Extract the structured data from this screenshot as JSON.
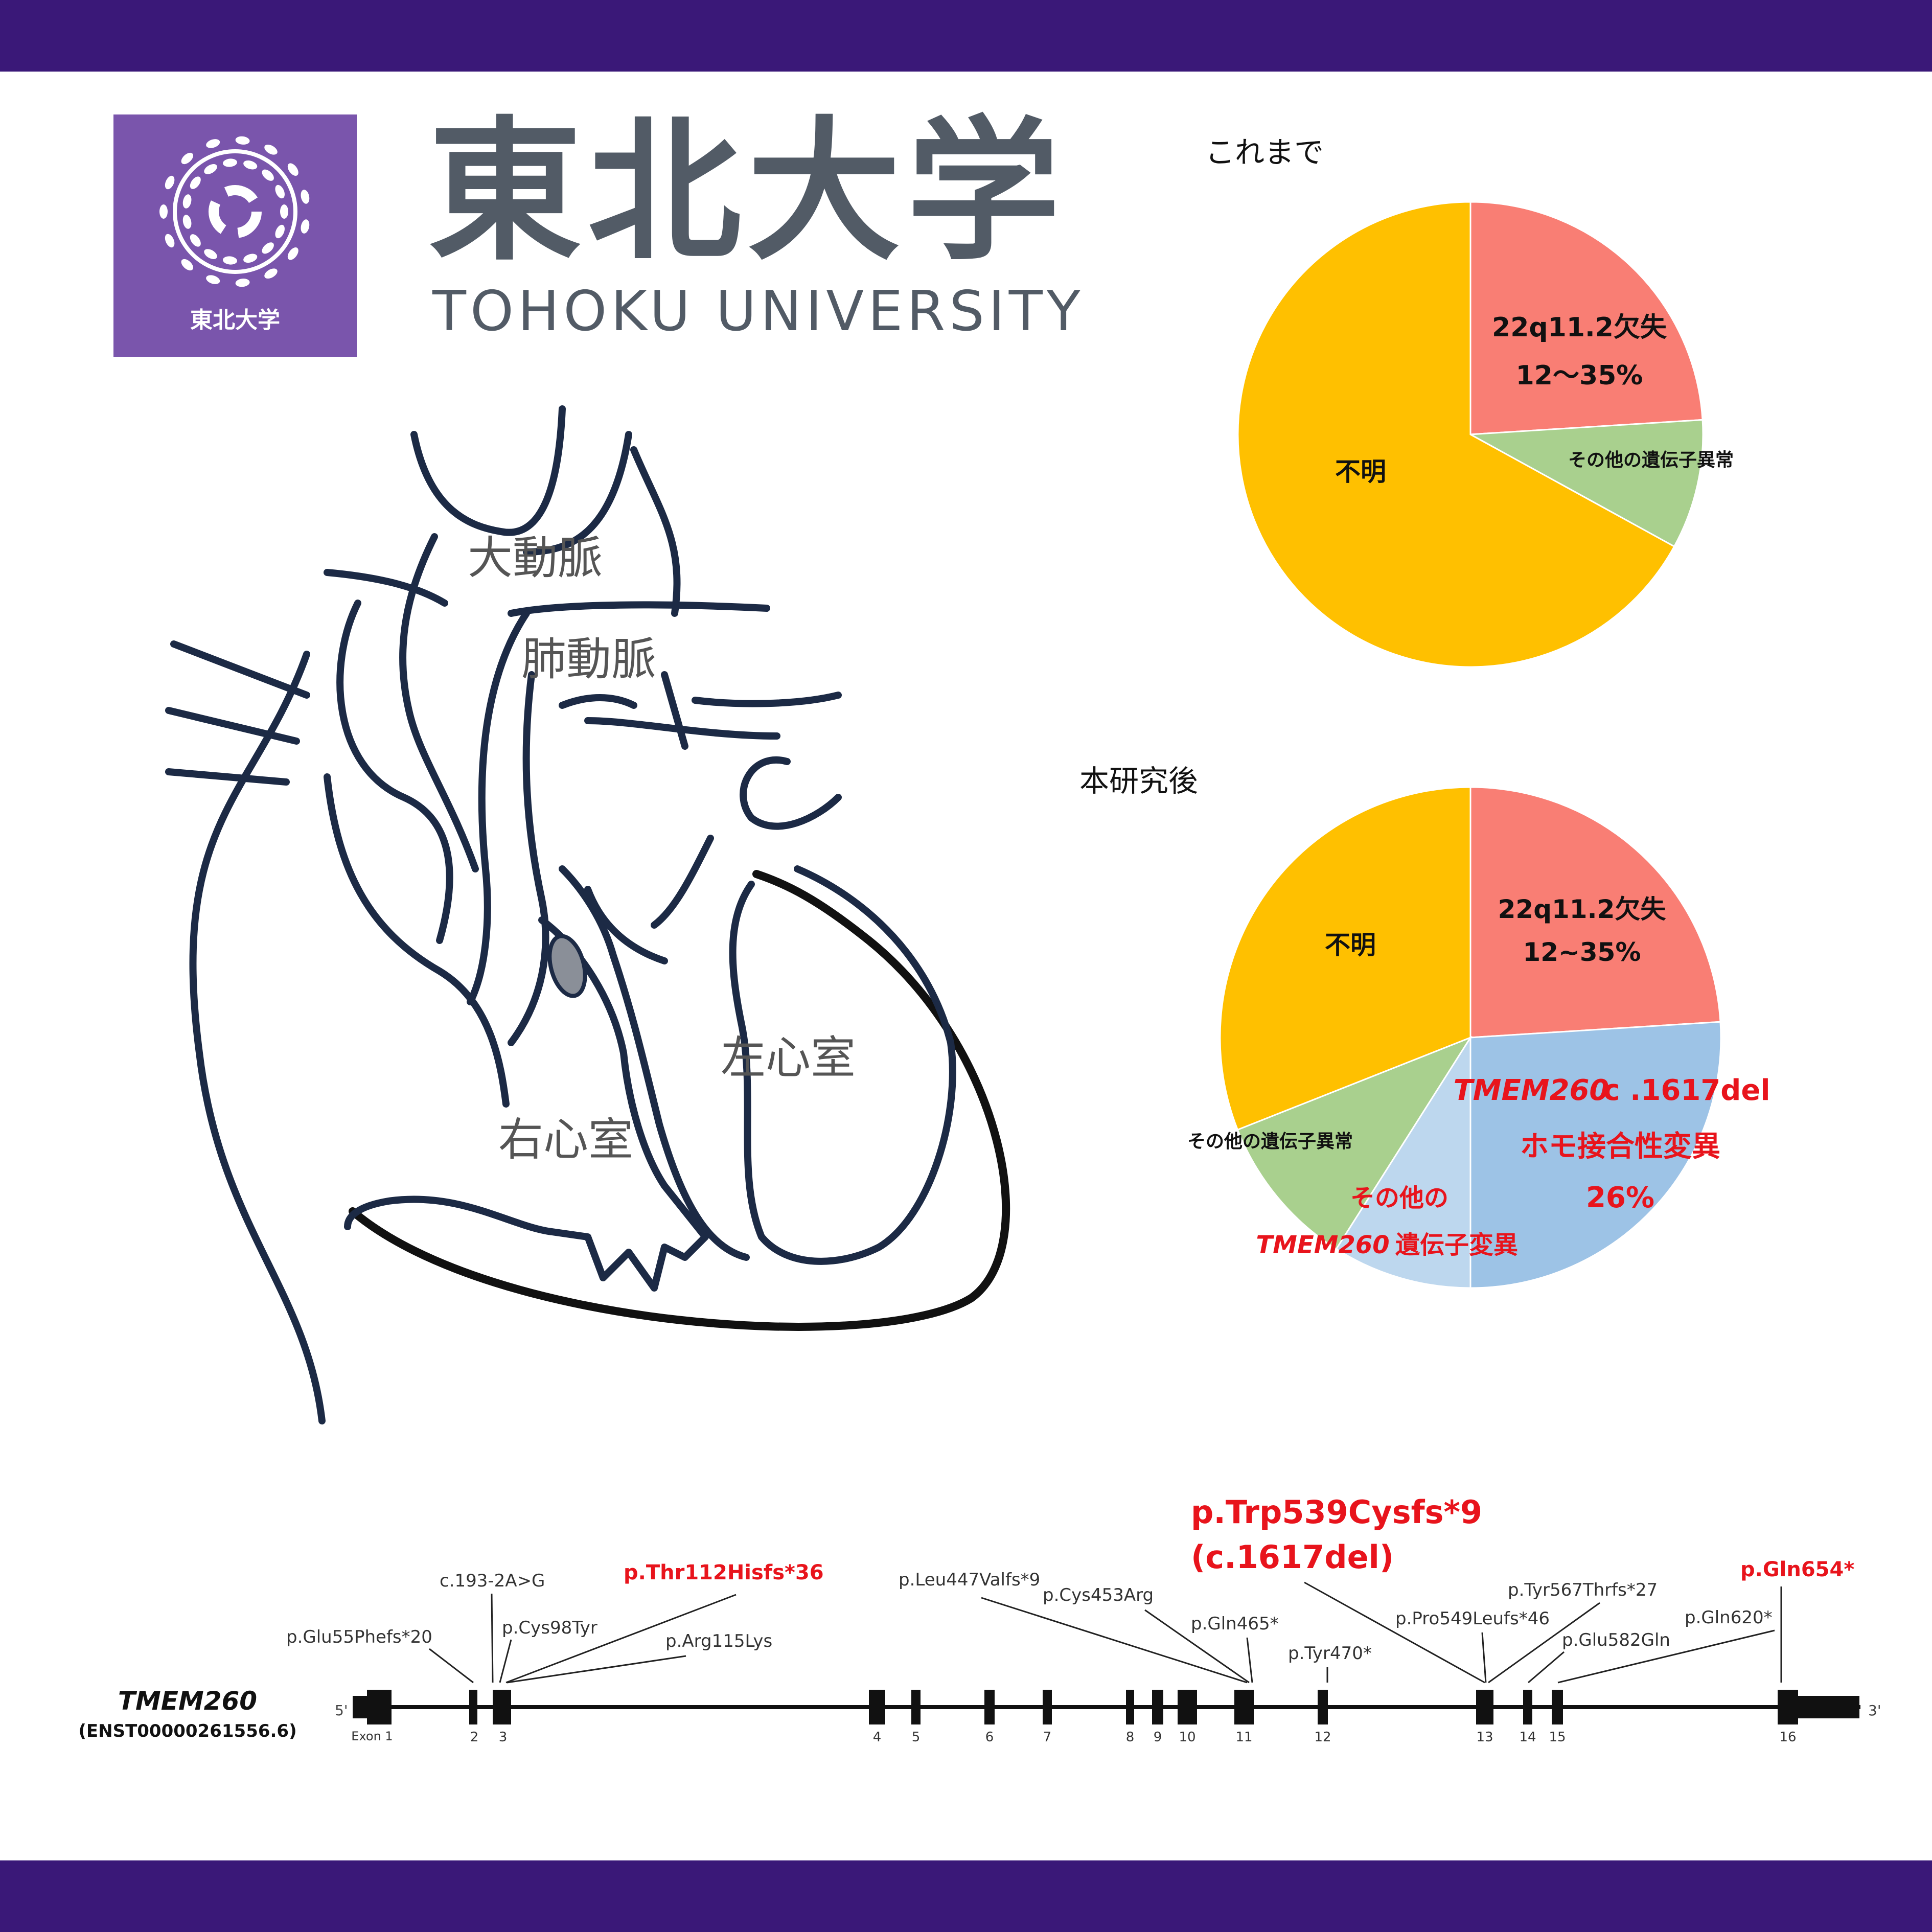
{
  "header": {
    "logo_caption": "東北大学",
    "name_jp": "東北大学",
    "name_en": "TOHOKU UNIVERSITY"
  },
  "colors": {
    "bar": "#3a1878",
    "logo_bg": "#7a55ac",
    "heart_line": "#1c2a45",
    "pie_red": "#f97e74",
    "pie_green": "#a9d08e",
    "pie_yellow": "#ffc000",
    "pie_blue": "#9dc3e6",
    "pie_lightblue": "#bdd7ee",
    "highlight_red": "#e8141c"
  },
  "heart": {
    "labels": {
      "aorta": "大動脈",
      "pulmonary_artery": "肺動脈",
      "left_ventricle": "左心室",
      "right_ventricle": "右心室"
    }
  },
  "chart_data": [
    {
      "type": "pie",
      "title": "これまで",
      "slices": [
        {
          "label": "22q11.2欠失",
          "value": 24,
          "value_label": "12～35%"
        },
        {
          "label": "その他の遺伝子異常",
          "value": 9
        },
        {
          "label": "不明",
          "value": 67
        }
      ]
    },
    {
      "type": "pie",
      "title": "本研究後",
      "slices": [
        {
          "label": "22q11.2欠失",
          "value": 24,
          "value_label": "12~35%"
        },
        {
          "label": "TMEM260 c .1617del ホモ接合性変異",
          "label_parts": [
            "TMEM260",
            "c .1617del",
            "ホモ接合性変異"
          ],
          "value": 26,
          "value_label": "26%"
        },
        {
          "label": "その他の TMEM260遺伝子変異",
          "label_parts": [
            "その他の",
            "TMEM260",
            "遺伝子変異"
          ],
          "value": 9
        },
        {
          "label": "その他の遺伝子異常",
          "value": 10
        },
        {
          "label": "不明",
          "value": 31
        }
      ]
    }
  ],
  "gene": {
    "name": "TMEM260",
    "transcript": "(ENST00000261556.6)",
    "end5": "5'",
    "end3": "3'",
    "exon_prefix": "Exon 1",
    "exon_numbers": [
      "2",
      "3",
      "4",
      "5",
      "6",
      "7",
      "8",
      "9",
      "10",
      "11",
      "12",
      "13",
      "14",
      "15",
      "16"
    ],
    "variants": [
      {
        "label": "p.Glu55Phefs*20",
        "highlight": false
      },
      {
        "label": "c.193-2A>G",
        "highlight": false
      },
      {
        "label": "p.Cys98Tyr",
        "highlight": false
      },
      {
        "label": "p.Thr112Hisfs*36",
        "highlight": true
      },
      {
        "label": "p.Arg115Lys",
        "highlight": false
      },
      {
        "label": "p.Leu447Valfs*9",
        "highlight": false
      },
      {
        "label": "p.Cys453Arg",
        "highlight": false
      },
      {
        "label": "p.Gln465*",
        "highlight": false
      },
      {
        "label": "p.Tyr470*",
        "highlight": false
      },
      {
        "label": "p.Trp539Cysfs*9",
        "highlight": true
      },
      {
        "label": "(c.1617del)",
        "highlight": true
      },
      {
        "label": "p.Pro549Leufs*46",
        "highlight": false
      },
      {
        "label": "p.Tyr567Thrfs*27",
        "highlight": false
      },
      {
        "label": "p.Glu582Gln",
        "highlight": false
      },
      {
        "label": "p.Gln620*",
        "highlight": false
      },
      {
        "label": "p.Gln654*",
        "highlight": true
      }
    ]
  }
}
